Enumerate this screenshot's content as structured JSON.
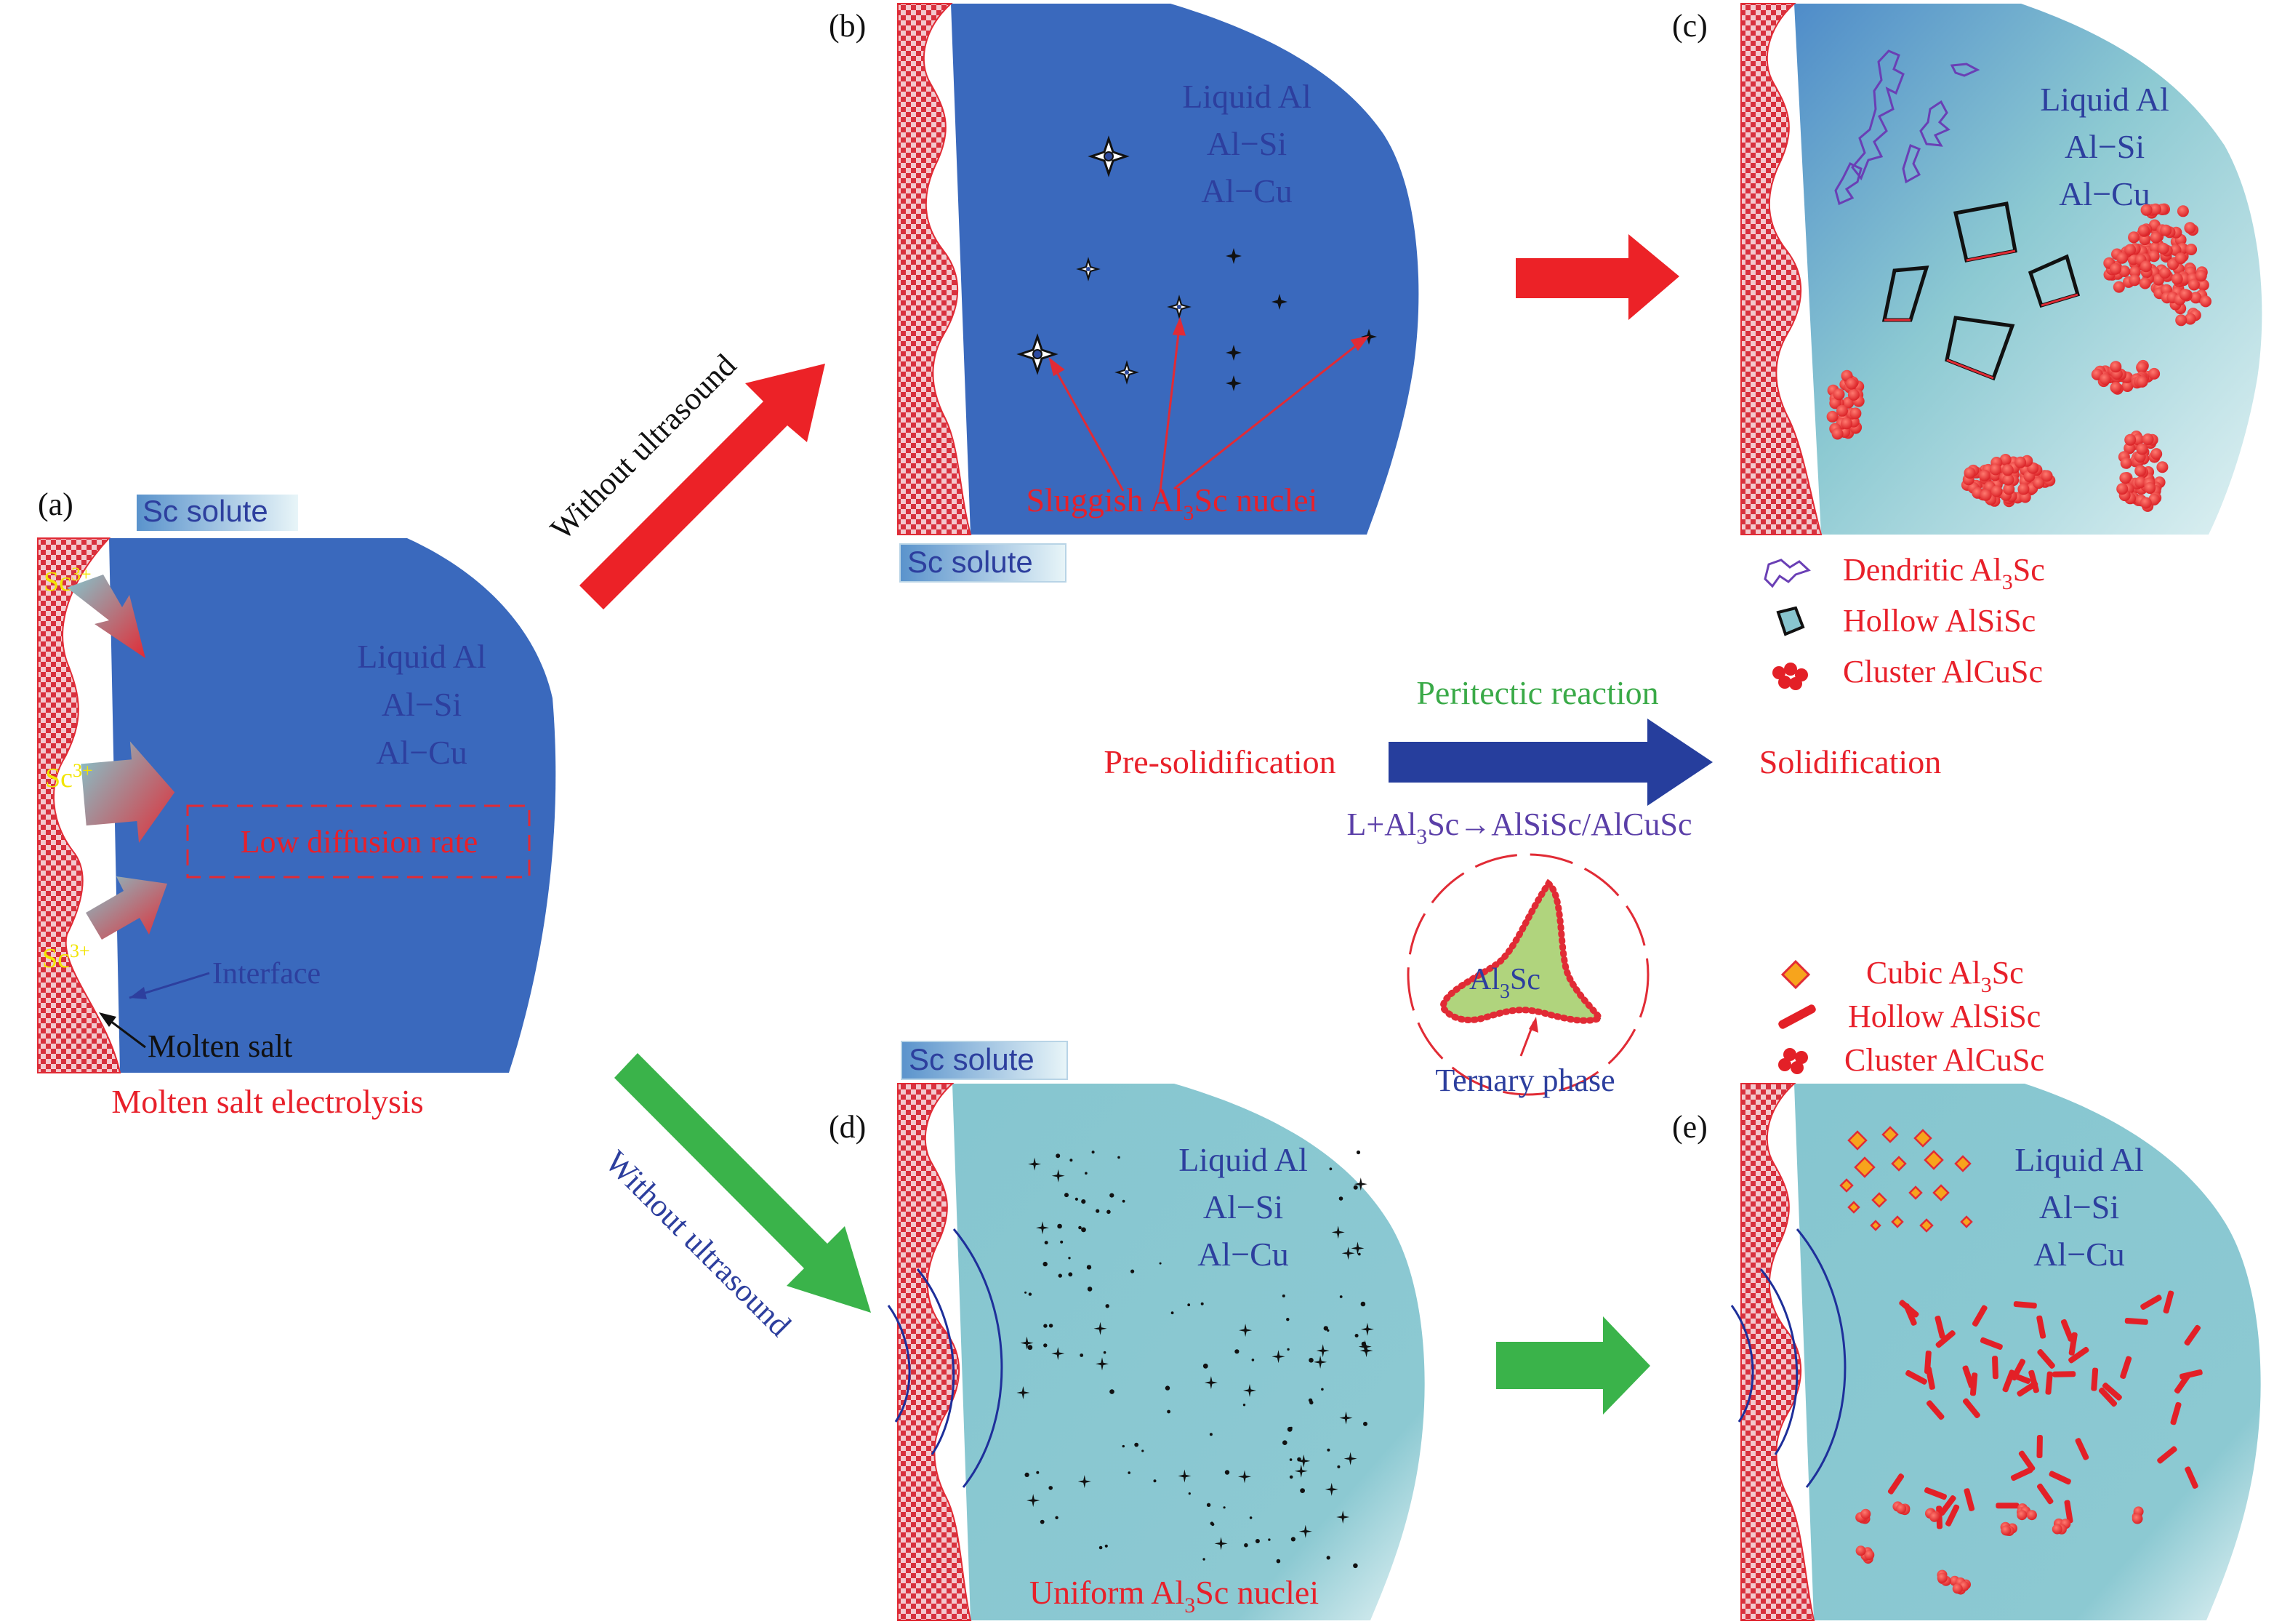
{
  "panel_labels": {
    "a": "(a)",
    "b": "(b)",
    "c": "(c)",
    "d": "(d)",
    "e": "(e)"
  },
  "sc_solute_label": "Sc solute",
  "liquid_labels": {
    "line1": "Liquid Al",
    "line2": "Al−Si",
    "line3": "Al−Cu"
  },
  "panel_a": {
    "ion_base": "Sc",
    "ion_charge": "3+",
    "low_diffusion": "Low diffusion rate",
    "interface": "Interface",
    "molten_salt": "Molten salt",
    "caption": "Molten salt electrolysis"
  },
  "arrows": {
    "upper": "Without ultrasound",
    "lower": "Without ultrasound"
  },
  "panel_b": {
    "nuclei_pre": "Sluggish Al",
    "nuclei_sub": "3",
    "nuclei_post": "Sc nuclei"
  },
  "panel_d": {
    "nuclei_pre": "Uniform Al",
    "nuclei_sub": "3",
    "nuclei_post": "Sc nuclei"
  },
  "legend_c": [
    {
      "pre": "Dendritic Al",
      "sub": "3",
      "post": "Sc",
      "icon": "dendrite-icon"
    },
    {
      "pre": "Hollow AlSiSc",
      "sub": "",
      "post": "",
      "icon": "hollow-rhombus-icon"
    },
    {
      "pre": "Cluster AlCuSc",
      "sub": "",
      "post": "",
      "icon": "cluster-icon"
    }
  ],
  "legend_e": [
    {
      "pre": "Cubic Al",
      "sub": "3",
      "post": "Sc",
      "icon": "diamond-icon"
    },
    {
      "pre": "Hollow AlSiSc",
      "sub": "",
      "post": "",
      "icon": "rod-icon"
    },
    {
      "pre": "Cluster AlCuSc",
      "sub": "",
      "post": "",
      "icon": "cluster-icon"
    }
  ],
  "process": {
    "reaction_title": "Peritectic reaction",
    "pre": "Pre-solidification",
    "post": "Solidification",
    "equation_pre": "L+Al",
    "equation_sub": "3",
    "equation_post": "Sc→AlSiSc/AlCuSc"
  },
  "inset": {
    "particle_pre": "Al",
    "particle_sub": "3",
    "particle_post": "Sc",
    "ternary": "Ternary phase"
  },
  "colors": {
    "liquid_dark": "#3a69bd",
    "liquid_light": "#8cc9d2",
    "salt": "#d9323f",
    "arrow_red": "#ec2227",
    "arrow_green": "#3ab34a",
    "arrow_navy": "#263e9d",
    "text_blue": "#2d3f9e",
    "text_red": "#e8202a",
    "text_green": "#3aaa48",
    "text_purple": "#5b3fa8",
    "ion_yellow": "#f2e400"
  }
}
